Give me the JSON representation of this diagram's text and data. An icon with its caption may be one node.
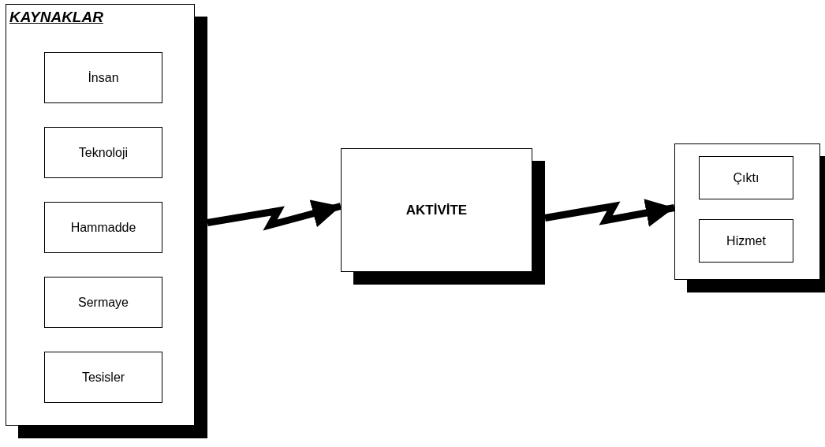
{
  "diagram": {
    "nodes": [
      {
        "text": [
          "KAYNAKLAR"
        ]
      },
      {
        "text": [
          "İnsan"
        ],
        "in": 0
      },
      {
        "text": [
          "Teknoloji"
        ],
        "in": 0
      },
      {
        "text": [
          "Hammadde"
        ],
        "in": 0
      },
      {
        "text": [
          "Sermaye"
        ],
        "in": 0
      },
      {
        "text": [
          "Tesisler"
        ],
        "in": 0
      },
      {
        "text": [
          "AKTİVİTE"
        ]
      },
      {
        "text": [],
        "shape": "box"
      },
      {
        "text": [
          "Çıktı"
        ],
        "in": 7
      },
      {
        "text": [
          "Hizmet"
        ],
        "in": 7
      }
    ],
    "edges": [
      {
        "from": 0,
        "to": 6,
        "arrow": "to"
      },
      {
        "from": 6,
        "to": 7,
        "arrow": "to"
      }
    ]
  }
}
